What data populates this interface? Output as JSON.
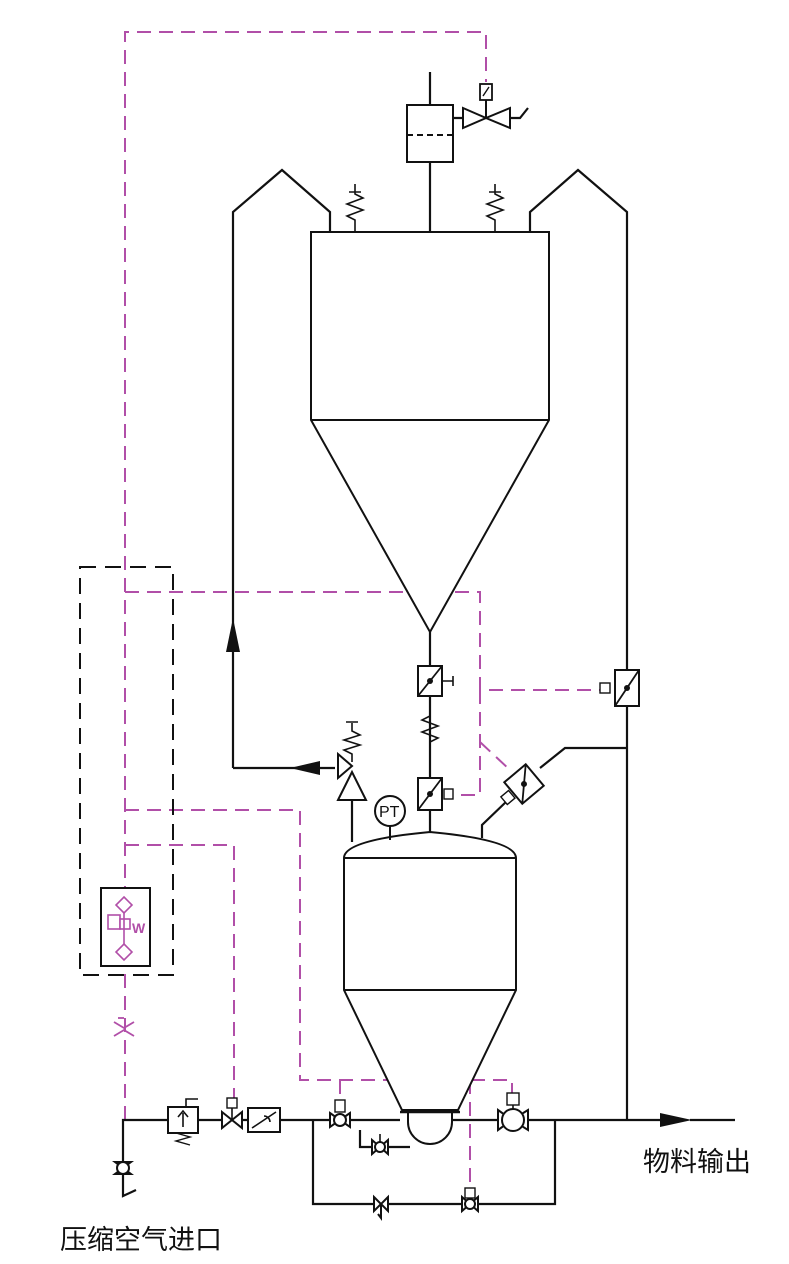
{
  "labels": {
    "air_inlet": "压缩空气进口",
    "material_outlet": "物料输出",
    "pressure_transmitter": "PT",
    "filter_regulator": "W"
  },
  "colors": {
    "line": "#111111",
    "signal": "#b14fa8"
  },
  "icons": {
    "valves": [
      "butterfly-valve-icon",
      "ball-valve-icon",
      "safety-valve-icon",
      "solenoid-valve-icon",
      "check-valve-icon"
    ],
    "instruments": [
      "pressure-transmitter-icon",
      "filter-regulator-icon"
    ]
  }
}
